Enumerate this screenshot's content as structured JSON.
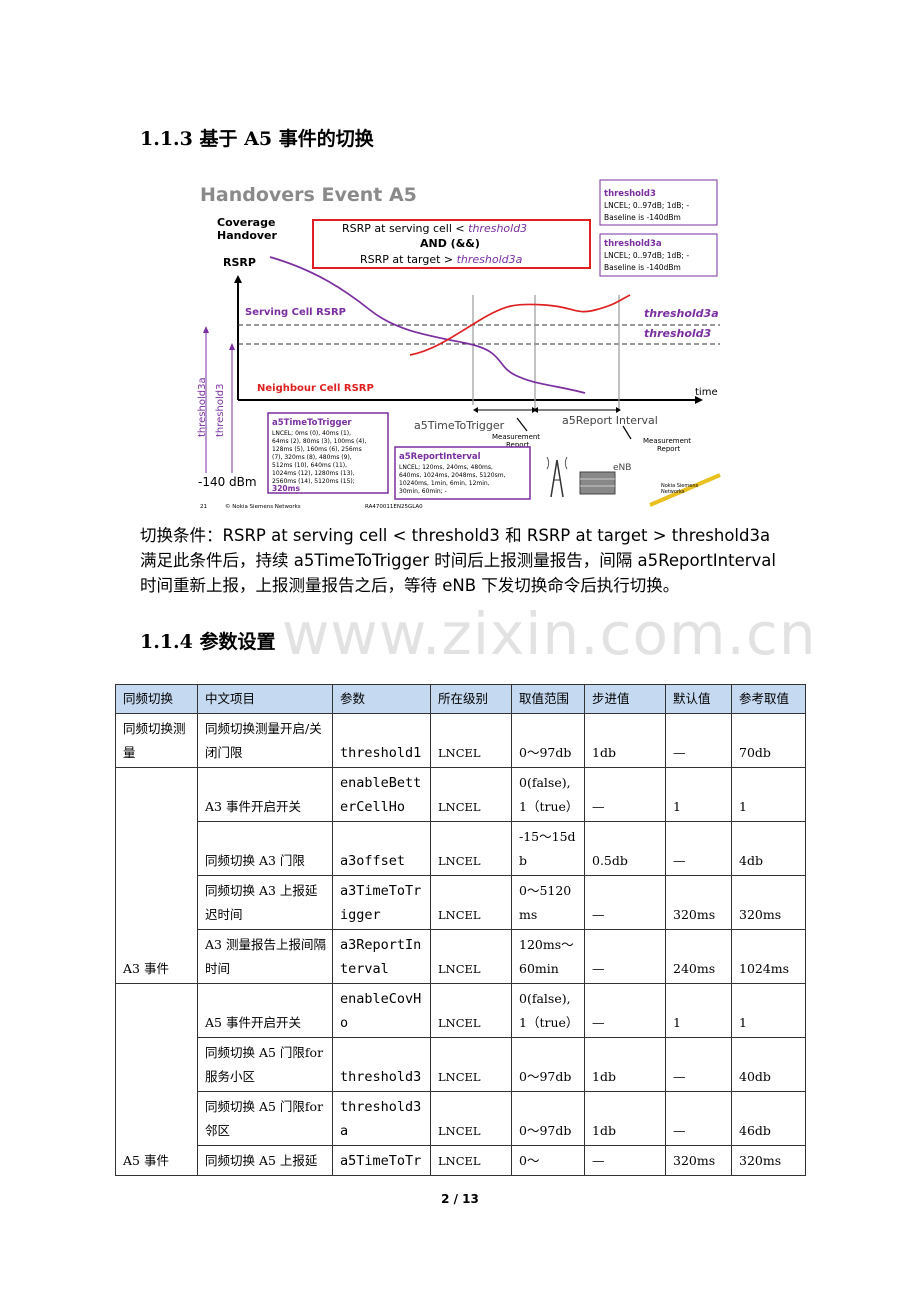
{
  "section_113": "1.1.3 基于 A5 事件的切换",
  "figure": {
    "title": "Handovers Event A5",
    "coverage_label": [
      "Coverage",
      "Handover"
    ],
    "condition_lines": [
      "RSRP at serving cell <",
      "threshold3",
      "AND (&&)",
      "RSRP at target >",
      "threshold3a"
    ],
    "rsrp_label": "RSRP",
    "serving_label": "Serving Cell RSRP",
    "neighbour_label": "Neighbour Cell RSRP",
    "thr3a_label": "threshold3a",
    "thr3_label": "threshold3",
    "axis_thr3a": "threshold3a",
    "axis_thr3": "threshold3",
    "dbm_label": "-140 dBm",
    "time_label": "time",
    "ttt_label": "a5TimeToTrigger",
    "report_interval_label": "a5Report Interval",
    "meas_report_1": [
      "Measurement",
      "Report"
    ],
    "meas_report_2": [
      "Measurement",
      "Report"
    ],
    "enb_label": "eNB",
    "box_thr3": {
      "title": "threshold3",
      "lines": [
        "LNCEL; 0..97dB; 1dB; -",
        "Baseline is -140dBm"
      ]
    },
    "box_thr3a": {
      "title": "threshold3a",
      "lines": [
        "LNCEL; 0..97dB; 1dB; -",
        "Baseline is -140dBm"
      ]
    },
    "box_ttt": {
      "title": "a5TimeToTrigger",
      "lines": [
        "LNCEL; 0ms (0), 40ms (1),",
        "64ms (2), 80ms (3), 100ms (4),",
        "128ms (5), 160ms (6), 256ms",
        "(7), 320ms (8), 480ms (9),",
        "512ms (10), 640ms (11),",
        "1024ms (12), 1280ms (13),",
        "2560ms (14), 5120ms (15);"
      ],
      "default": "320ms"
    },
    "box_ri": {
      "title": "a5ReportInterval",
      "lines": [
        "LNCEL; 120ms, 240ms, 480ms,",
        "640ms, 1024ms, 2048ms, 5120sm,",
        "10240ms, 1min, 6min, 12min,",
        "30min, 60min; -"
      ]
    },
    "footer_left": "21",
    "footer_copyright": "© Nokia Siemens Networks",
    "footer_code": "RA470011EN25GLA0",
    "nsn_logo": [
      "Nokia Siemens",
      "Networks"
    ],
    "colors": {
      "serving": "#7b2fa0",
      "neighbour": "#e02020",
      "title": "#8a8a8a",
      "box": "#7b2fa0"
    }
  },
  "para": {
    "line1": "切换条件：RSRP at serving cell < threshold3 和 RSRP at target > threshold3a",
    "line2": "满足此条件后，持续 a5TimeToTrigger 时间后上报测量报告，间隔 a5ReportInterval",
    "line3": "时间重新上报，上报测量报告之后，等待 eNB 下发切换命令后执行切换。"
  },
  "section_114": "1.1.4 参数设置",
  "watermark": "www.zixin.com.cn",
  "table": {
    "headers": [
      "同频切换",
      "中文项目",
      "参数",
      "所在级别",
      "取值范围",
      "步进值",
      "默认值",
      "参考取值"
    ],
    "group1": "同频切换测量",
    "group_a3": "A3 事件",
    "group_a5": "A5 事件",
    "rows": [
      [
        "同频切换测量开启/关闭门限",
        "threshold1",
        "LNCEL",
        "0～97db",
        "1db",
        "—",
        "70db"
      ],
      [
        "A3 事件开启开关",
        "enableBetterCellHo",
        "LNCEL",
        "0(false),1（true）",
        "—",
        "1",
        "1"
      ],
      [
        "同频切换 A3 门限",
        "a3offset",
        "LNCEL",
        "-15～15db",
        "0.5db",
        "—",
        "4db"
      ],
      [
        "同频切换 A3 上报延迟时间",
        "a3TimeToTrigger",
        "LNCEL",
        "0～5120ms",
        "—",
        "320ms",
        "320ms"
      ],
      [
        "A3 测量报告上报间隔时间",
        "a3ReportInterval",
        "LNCEL",
        "120ms～60min",
        "—",
        "240ms",
        "1024ms"
      ],
      [
        "A5 事件开启开关",
        "enableCovHo",
        "LNCEL",
        "0(false),1（true）",
        "—",
        "1",
        "1"
      ],
      [
        "同频切换 A5 门限for 服务小区",
        "threshold3",
        "LNCEL",
        "0～97db",
        "1db",
        "—",
        "40db"
      ],
      [
        "同频切换 A5 门限for 邻区",
        "threshold3a",
        "LNCEL",
        "0～97db",
        "1db",
        "—",
        "46db"
      ],
      [
        "同频切换 A5 上报延",
        "a5TimeToTr",
        "LNCEL",
        "0～",
        "—",
        "320ms",
        "320ms"
      ]
    ]
  },
  "page_footer": "2 / 13"
}
